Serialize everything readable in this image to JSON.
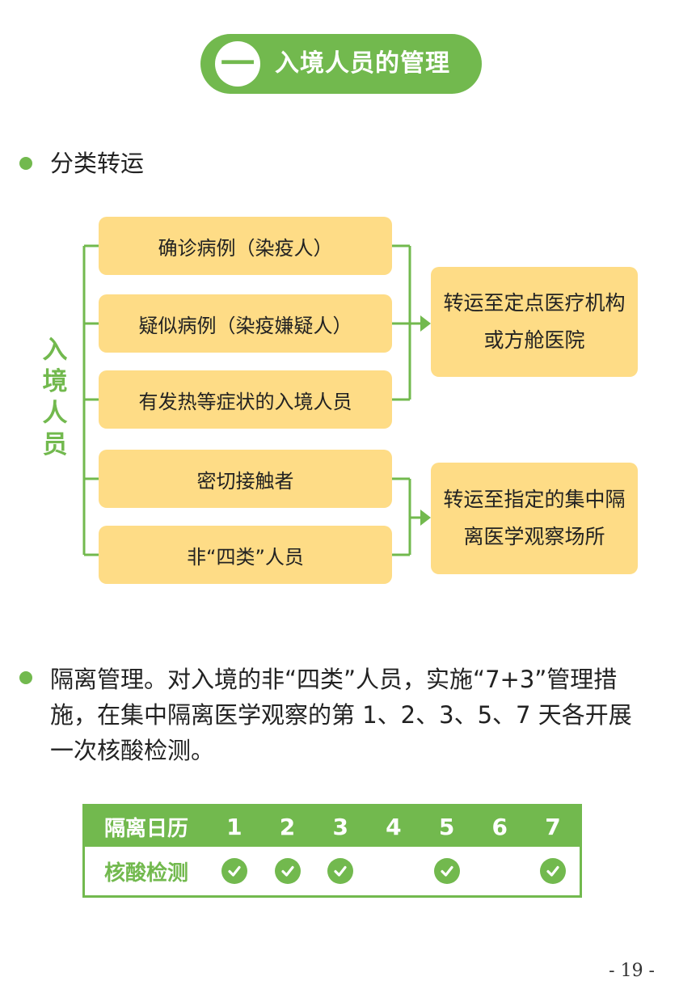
{
  "title": {
    "number": "一",
    "text": "入境人员的管理"
  },
  "section1": {
    "heading": "分类转运",
    "side_label": [
      "入",
      "境",
      "人",
      "员"
    ],
    "sources": [
      "确诊病例（染疫人）",
      "疑似病例（染疫嫌疑人）",
      "有发热等症状的入境人员",
      "密切接触者",
      "非“四类”人员"
    ],
    "destinations": [
      "转运至定点医疗机构或方舱医院",
      "转运至指定的集中隔离医学观察场所"
    ]
  },
  "section2": {
    "text": "隔离管理。对入境的非“四类”人员，实施“7+3”管理措施，在集中隔离医学观察的第 1、2、3、5、7 天各开展一次核酸检测。"
  },
  "calendar": {
    "header_label": "隔离日历",
    "days": [
      "1",
      "2",
      "3",
      "4",
      "5",
      "6",
      "7"
    ],
    "row_label": "核酸检测",
    "tested": [
      true,
      true,
      true,
      false,
      true,
      false,
      true
    ],
    "check_icon": "check-circle-icon"
  },
  "page_number": "- 19 -",
  "colors": {
    "green": "#72b94e",
    "box": "#fedc86"
  }
}
